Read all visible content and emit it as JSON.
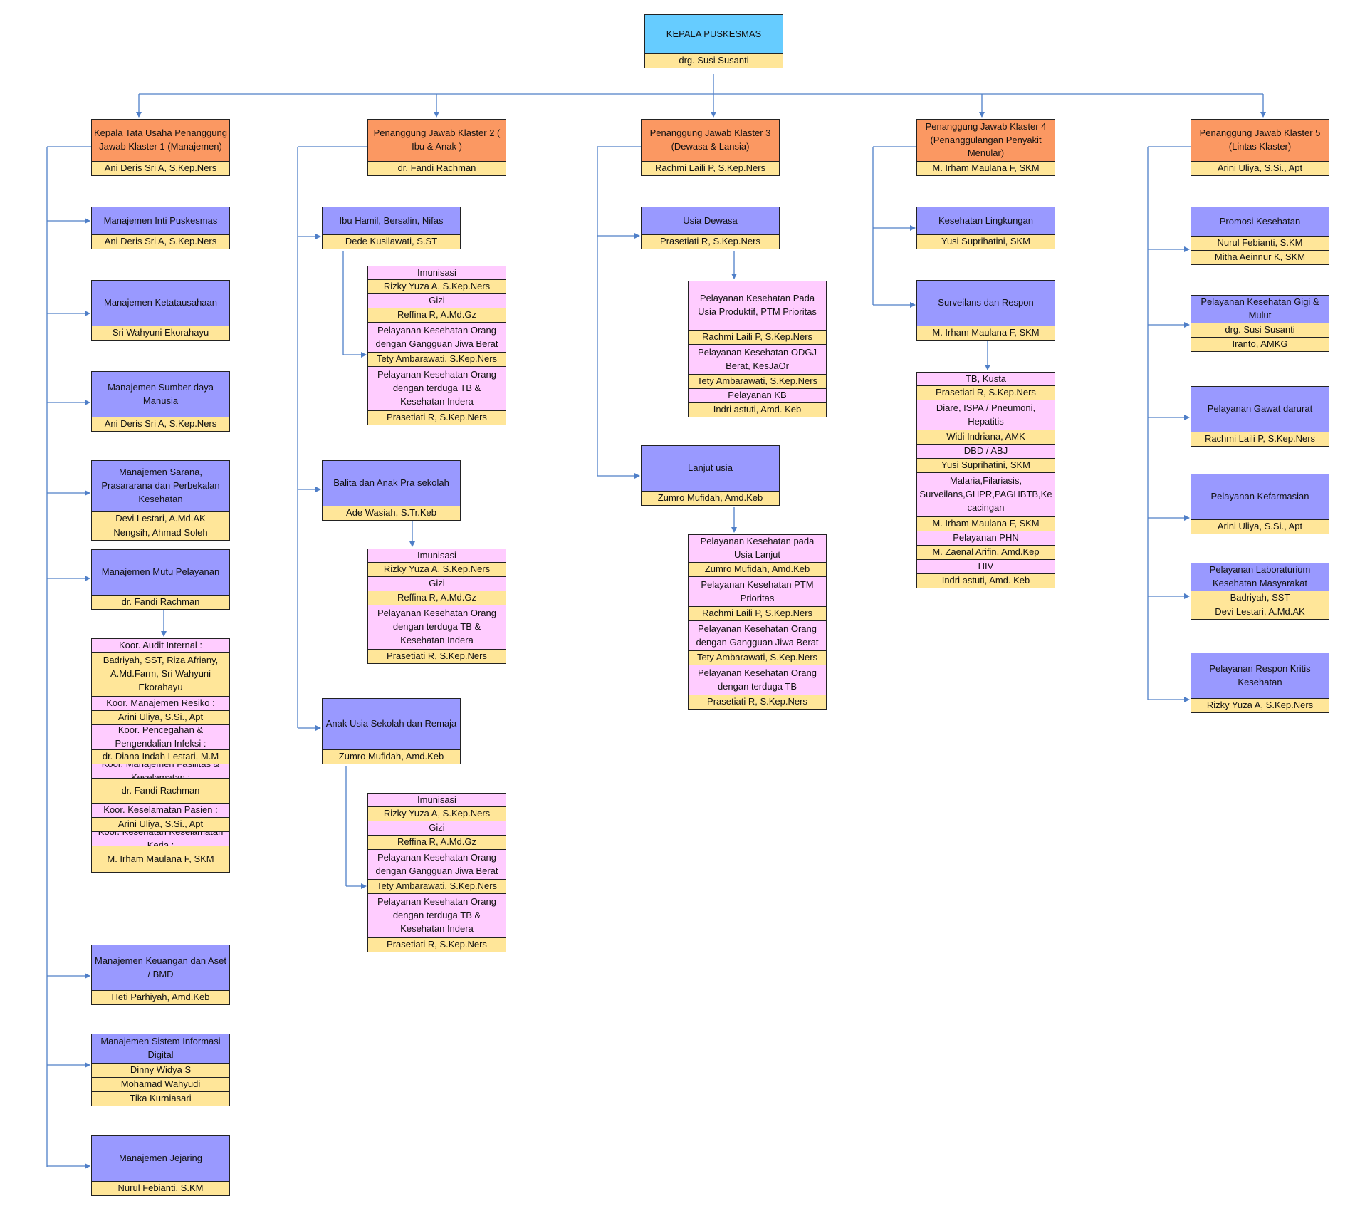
{
  "nodes": {
    "root": [
      [
        "h",
        "KEPALA PUSKESMAS"
      ],
      [
        "y",
        "drg. Susi Susanti"
      ]
    ],
    "k1": [
      [
        "o",
        "Kepala Tata Usaha Penanggung Jawab Klaster 1 (Manajemen)"
      ],
      [
        "y",
        "Ani Deris Sri A, S.Kep.Ners"
      ]
    ],
    "k1a": [
      [
        "p",
        "Manajemen Inti Puskesmas"
      ],
      [
        "y",
        "Ani Deris Sri A, S.Kep.Ners"
      ]
    ],
    "k1b": [
      [
        "p",
        "Manajemen Ketatausahaan"
      ],
      [
        "y",
        "Sri Wahyuni Ekorahayu"
      ]
    ],
    "k1c": [
      [
        "p",
        "Manajemen Sumber daya Manusia"
      ],
      [
        "y",
        "Ani Deris Sri A, S.Kep.Ners"
      ]
    ],
    "k1d": [
      [
        "p",
        "Manajemen  Sarana, Prasararana dan Perbekalan Kesehatan"
      ],
      [
        "y",
        "Devi Lestari, A.Md.AK"
      ],
      [
        "y",
        "Nengsih, Ahmad Soleh"
      ]
    ],
    "k1e": [
      [
        "p",
        "Manajemen  Mutu Pelayanan"
      ],
      [
        "y",
        "dr. Fandi Rachman"
      ]
    ],
    "k1e_list": [
      [
        "k",
        "Koor. Audit Internal :"
      ],
      [
        "y",
        "Badriyah, SST, Riza Afriany, A.Md.Farm, Sri Wahyuni Ekorahayu"
      ],
      [
        "k",
        "Koor. Manajemen Resiko :"
      ],
      [
        "y",
        "Arini Uliya, S.Si., Apt"
      ],
      [
        "k",
        "Koor. Pencegahan & Pengendalian Infeksi :"
      ],
      [
        "y",
        "dr. Diana Indah Lestari, M.M"
      ],
      [
        "k",
        "Koor. Manajemen Fasilitas & Keselamatan :"
      ],
      [
        "y",
        "dr. Fandi Rachman"
      ],
      [
        "k",
        "Koor. Keselamatan Pasien :"
      ],
      [
        "y",
        "Arini Uliya, S.Si., Apt"
      ],
      [
        "k",
        "Koor. Kesehatan Keselamatan Kerja :"
      ],
      [
        "y",
        "M. Irham Maulana F, SKM"
      ]
    ],
    "k1f": [
      [
        "p",
        "Manajemen Keuangan dan Aset / BMD"
      ],
      [
        "y",
        "Heti Parhiyah, Amd.Keb"
      ]
    ],
    "k1g": [
      [
        "p",
        "Manajemen Sistem Informasi Digital"
      ],
      [
        "y",
        "Dinny Widya S"
      ],
      [
        "y",
        "Mohamad Wahyudi"
      ],
      [
        "y",
        "Tika Kurniasari"
      ]
    ],
    "k1h": [
      [
        "p",
        "Manajemen Jejaring"
      ],
      [
        "y",
        "Nurul Febianti, S.KM"
      ]
    ],
    "k2": [
      [
        "o",
        "Penanggung Jawab Klaster 2 ( Ibu & Anak )"
      ],
      [
        "y",
        "dr. Fandi Rachman"
      ]
    ],
    "k2a": [
      [
        "p",
        "Ibu Hamil, Bersalin, Nifas"
      ],
      [
        "y",
        "Dede Kusilawati, S.ST"
      ]
    ],
    "k2a_list": [
      [
        "k",
        "Imunisasi"
      ],
      [
        "y",
        "Rizky Yuza A, S.Kep.Ners"
      ],
      [
        "k",
        "Gizi"
      ],
      [
        "y",
        "Reffina R, A.Md.Gz"
      ],
      [
        "k",
        "Pelayanan Kesehatan Orang dengan Gangguan Jiwa Berat"
      ],
      [
        "y",
        "Tety Ambarawati, S.Kep.Ners"
      ],
      [
        "k",
        "Pelayanan Kesehatan Orang dengan terduga TB & Kesehatan Indera"
      ],
      [
        "y",
        "Prasetiati R, S.Kep.Ners"
      ]
    ],
    "k2b": [
      [
        "p",
        "Balita dan Anak Pra sekolah"
      ],
      [
        "y",
        "Ade Wasiah, S.Tr.Keb"
      ]
    ],
    "k2b_list": [
      [
        "k",
        "Imunisasi"
      ],
      [
        "y",
        "Rizky Yuza A, S.Kep.Ners"
      ],
      [
        "k",
        "Gizi"
      ],
      [
        "y",
        "Reffina R, A.Md.Gz"
      ],
      [
        "k",
        "Pelayanan Kesehatan Orang dengan terduga TB & Kesehatan Indera"
      ],
      [
        "y",
        "Prasetiati R, S.Kep.Ners"
      ]
    ],
    "k2c": [
      [
        "p",
        "Anak Usia Sekolah dan Remaja"
      ],
      [
        "y",
        "Zumro Mufidah, Amd.Keb"
      ]
    ],
    "k2c_list": [
      [
        "k",
        "Imunisasi"
      ],
      [
        "y",
        "Rizky Yuza A, S.Kep.Ners"
      ],
      [
        "k",
        "Gizi"
      ],
      [
        "y",
        "Reffina R, A.Md.Gz"
      ],
      [
        "k",
        "Pelayanan Kesehatan Orang dengan Gangguan Jiwa Berat"
      ],
      [
        "y",
        "Tety Ambarawati, S.Kep.Ners"
      ],
      [
        "k",
        "Pelayanan Kesehatan Orang dengan terduga TB & Kesehatan Indera"
      ],
      [
        "y",
        "Prasetiati R, S.Kep.Ners"
      ]
    ],
    "k3": [
      [
        "o",
        "Penanggung Jawab Klaster 3 (Dewasa & Lansia)"
      ],
      [
        "y",
        "Rachmi Laili P, S.Kep.Ners"
      ]
    ],
    "k3a": [
      [
        "p",
        "Usia Dewasa"
      ],
      [
        "y",
        "Prasetiati R, S.Kep.Ners"
      ]
    ],
    "k3a_list": [
      [
        "k",
        "Pelayanan Kesehatan Pada Usia Produktif, PTM Prioritas"
      ],
      [
        "y",
        "Rachmi Laili P, S.Kep.Ners"
      ],
      [
        "k",
        "Pelayanan Kesehatan ODGJ Berat, KesJaOr"
      ],
      [
        "y",
        "Tety Ambarawati, S.Kep.Ners"
      ],
      [
        "k",
        "Pelayanan KB"
      ],
      [
        "y",
        "Indri astuti, Amd. Keb"
      ]
    ],
    "k3b": [
      [
        "p",
        "Lanjut usia"
      ],
      [
        "y",
        "Zumro Mufidah, Amd.Keb"
      ]
    ],
    "k3b_list": [
      [
        "k",
        "Pelayanan Kesehatan pada Usia Lanjut"
      ],
      [
        "y",
        "Zumro Mufidah, Amd.Keb"
      ],
      [
        "k",
        "Pelayanan Kesehatan PTM Prioritas"
      ],
      [
        "y",
        "Rachmi Laili P, S.Kep.Ners"
      ],
      [
        "k",
        "Pelayanan Kesehatan Orang dengan Gangguan Jiwa Berat"
      ],
      [
        "y",
        "Tety Ambarawati, S.Kep.Ners"
      ],
      [
        "k",
        "Pelayanan Kesehatan Orang dengan terduga TB"
      ],
      [
        "y",
        "Prasetiati R, S.Kep.Ners"
      ]
    ],
    "k4": [
      [
        "o",
        "Penanggung Jawab Klaster 4 (Penanggulangan Penyakit Menular)"
      ],
      [
        "y",
        "M. Irham Maulana F, SKM"
      ]
    ],
    "k4a": [
      [
        "p",
        "Kesehatan Lingkungan"
      ],
      [
        "y",
        "Yusi Suprihatini, SKM"
      ]
    ],
    "k4b": [
      [
        "p",
        "Surveilans dan Respon"
      ],
      [
        "y",
        "M. Irham Maulana F, SKM"
      ]
    ],
    "k4b_list": [
      [
        "k",
        "TB, Kusta"
      ],
      [
        "y",
        "Prasetiati R, S.Kep.Ners"
      ],
      [
        "k",
        "Diare, ISPA / Pneumoni, Hepatitis"
      ],
      [
        "y",
        "Widi Indriana, AMK"
      ],
      [
        "k",
        "DBD / ABJ"
      ],
      [
        "y",
        "Yusi Suprihatini, SKM"
      ],
      [
        "k",
        "Malaria,Filariasis, Surveilans,GHPR,PAGHBTB,Ke cacingan"
      ],
      [
        "y",
        "M. Irham Maulana F, SKM"
      ],
      [
        "k",
        "Pelayanan PHN"
      ],
      [
        "y",
        "M. Zaenal Arifin, Amd.Kep"
      ],
      [
        "k",
        "HIV"
      ],
      [
        "y",
        "Indri astuti, Amd. Keb"
      ]
    ],
    "k5": [
      [
        "o",
        "Penanggung Jawab Klaster 5 (Lintas Klaster)"
      ],
      [
        "y",
        "Arini Uliya, S.Si., Apt"
      ]
    ],
    "k5a": [
      [
        "p",
        "Promosi Kesehatan"
      ],
      [
        "y",
        "Nurul Febianti, S.KM"
      ],
      [
        "y",
        "Mitha Aeinnur K, SKM"
      ]
    ],
    "k5b": [
      [
        "p",
        "Pelayanan Kesehatan Gigi & Mulut"
      ],
      [
        "y",
        "drg. Susi Susanti"
      ],
      [
        "y",
        "Iranto, AMKG"
      ]
    ],
    "k5c": [
      [
        "p",
        "Pelayanan Gawat darurat"
      ],
      [
        "y",
        "Rachmi Laili P, S.Kep.Ners"
      ]
    ],
    "k5d": [
      [
        "p",
        "Pelayanan Kefarmasian"
      ],
      [
        "y",
        "Arini Uliya, S.Si., Apt"
      ]
    ],
    "k5e": [
      [
        "p",
        "Pelayanan Laboraturium Kesehatan Masyarakat"
      ],
      [
        "y",
        "Badriyah, SST"
      ],
      [
        "y",
        "Devi Lestari, A.Md.AK"
      ]
    ],
    "k5f": [
      [
        "p",
        "Pelayanan Respon Kritis Kesehatan"
      ],
      [
        "y",
        "Rizky Yuza A, S.Kep.Ners"
      ]
    ]
  },
  "colors": {
    "head": "#66ccff",
    "cluster": "#fb9862",
    "unit": "#9999ff",
    "name": "#ffe699",
    "program": "#ffccff",
    "connector": "#4f7fc8"
  }
}
